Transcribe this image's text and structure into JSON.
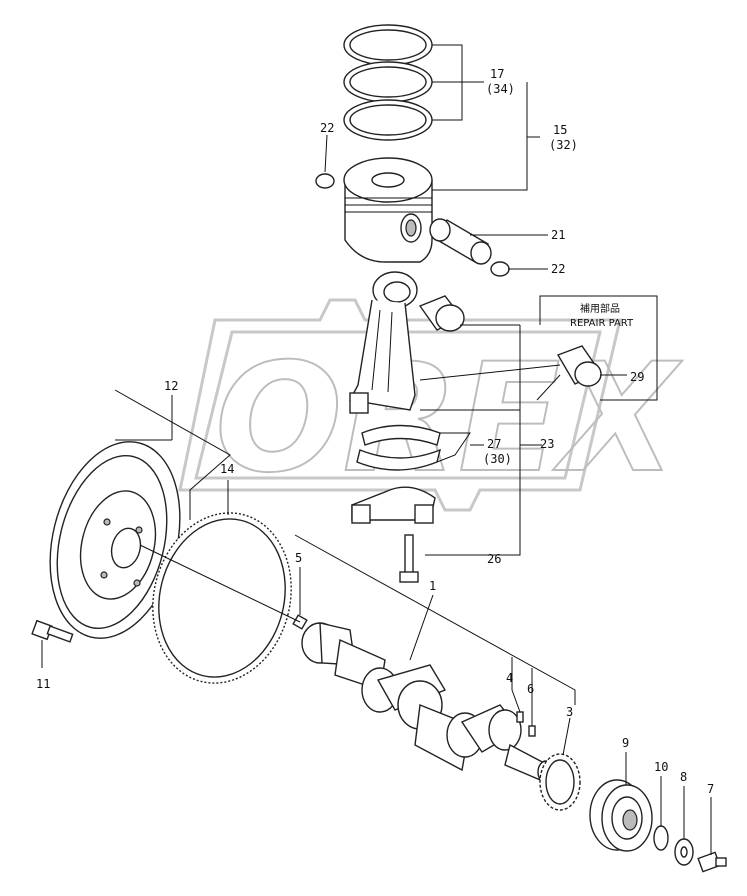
{
  "watermark": {
    "text": "OREX"
  },
  "repair_box": {
    "title_jp": "補用部品",
    "title_en": "REPAIR PART"
  },
  "callouts": {
    "p1": "1",
    "p3": "3",
    "p4": "4",
    "p5": "5",
    "p6": "6",
    "p7": "7",
    "p8": "8",
    "p9": "9",
    "p10": "10",
    "p11": "11",
    "p12": "12",
    "p14": "14",
    "p15": "15",
    "p15_alt": "(32)",
    "p17": "17",
    "p17_alt": "(34)",
    "p21": "21",
    "p22a": "22",
    "p22b": "22",
    "p23": "23",
    "p26": "26",
    "p27": "27",
    "p27_alt": "(30)",
    "p29": "29"
  }
}
